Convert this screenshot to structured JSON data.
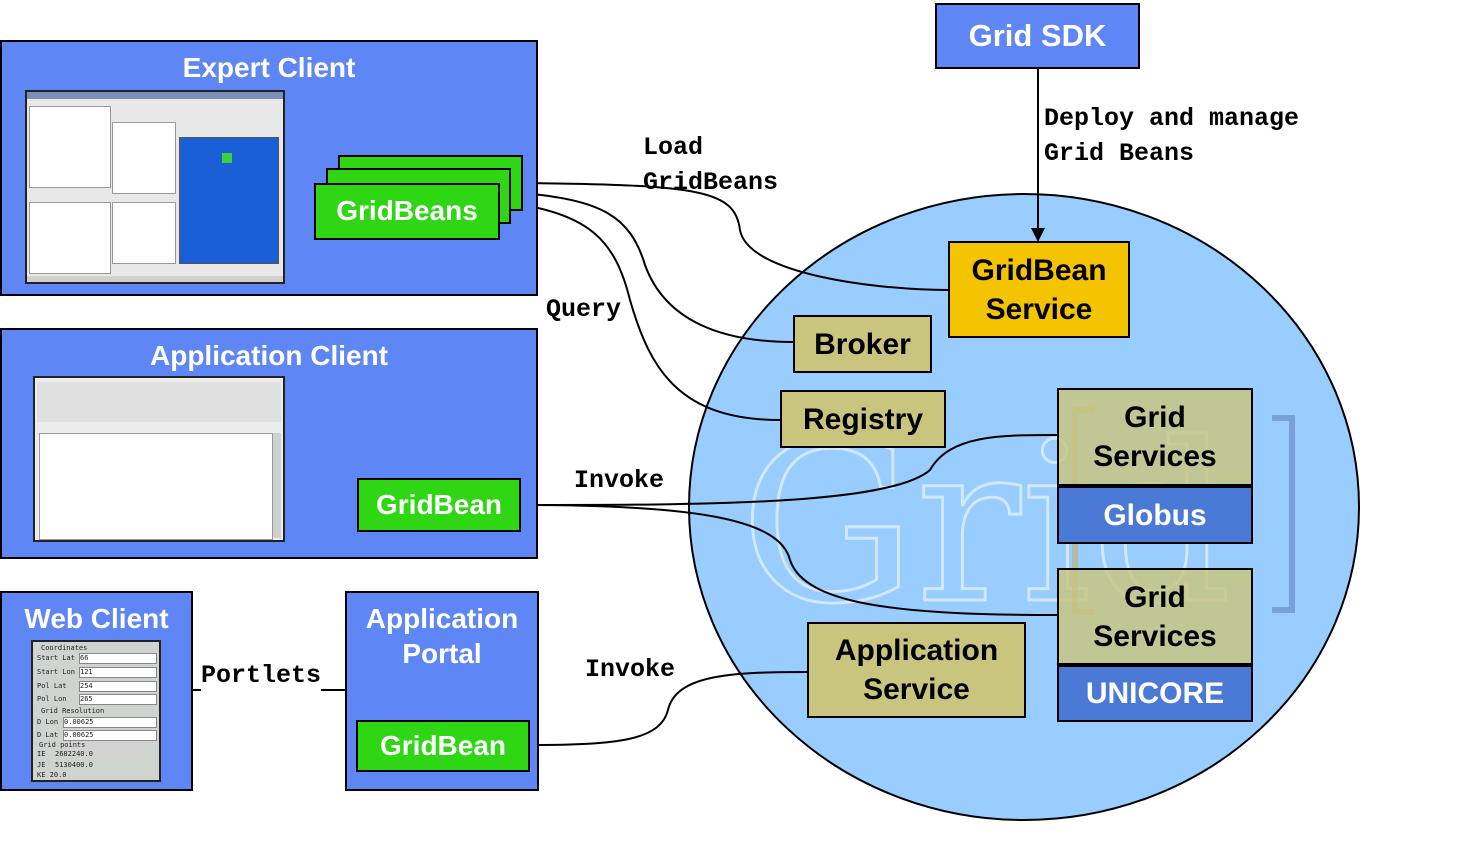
{
  "expert_client": {
    "title": "Expert Client",
    "gridbeans": "GridBeans"
  },
  "application_client": {
    "title": "Application Client",
    "gridbean": "GridBean"
  },
  "web_client": {
    "title": "Web Client",
    "form": {
      "coords_label": "Coordinates",
      "start_lat": "Start Lat",
      "start_lat_val": "66",
      "start_lon": "Start Lon",
      "start_lon_val": "121",
      "pol_lat": "Pol Lat",
      "pol_lat_val": "254",
      "pol_lon": "Pol Lon",
      "pol_lon_val": "265",
      "grid_res_label": "Grid Resolution",
      "d_lon": "D Lon",
      "d_lon_val": "0.00625",
      "d_lat": "D Lat",
      "d_lat_val": "0.00625",
      "grid_points_label": "Grid points",
      "ie": "IE",
      "ie_val": "2682240.0",
      "je": "JE",
      "je_val": "5130400.0",
      "ke": "KE 20.0"
    }
  },
  "application_portal": {
    "title": "Application\nPortal",
    "gridbean": "GridBean"
  },
  "grid_sdk": {
    "label": "Grid SDK"
  },
  "edge_labels": {
    "deploy": "Deploy and manage\nGrid Beans",
    "load": "Load\nGridBeans",
    "query": "Query",
    "invoke1": "Invoke",
    "invoke2": "Invoke",
    "portlets": "Portlets"
  },
  "grid": {
    "watermark": "Grid",
    "gridbean_service": "GridBean\nService",
    "broker": "Broker",
    "registry": "Registry",
    "grid_services_1": "Grid\nServices",
    "globus": "Globus",
    "grid_services_2": "Grid\nServices",
    "unicore": "UNICORE",
    "application_service": "Application\nService"
  },
  "colors": {
    "panel": "#5f86f5",
    "gridbean_green": "#2ed614",
    "service_olive": "#c9c47e",
    "gridbean_service_gold": "#f5c400",
    "middleware_blue": "#4b79d6",
    "grid_circle": "#99ccff"
  }
}
